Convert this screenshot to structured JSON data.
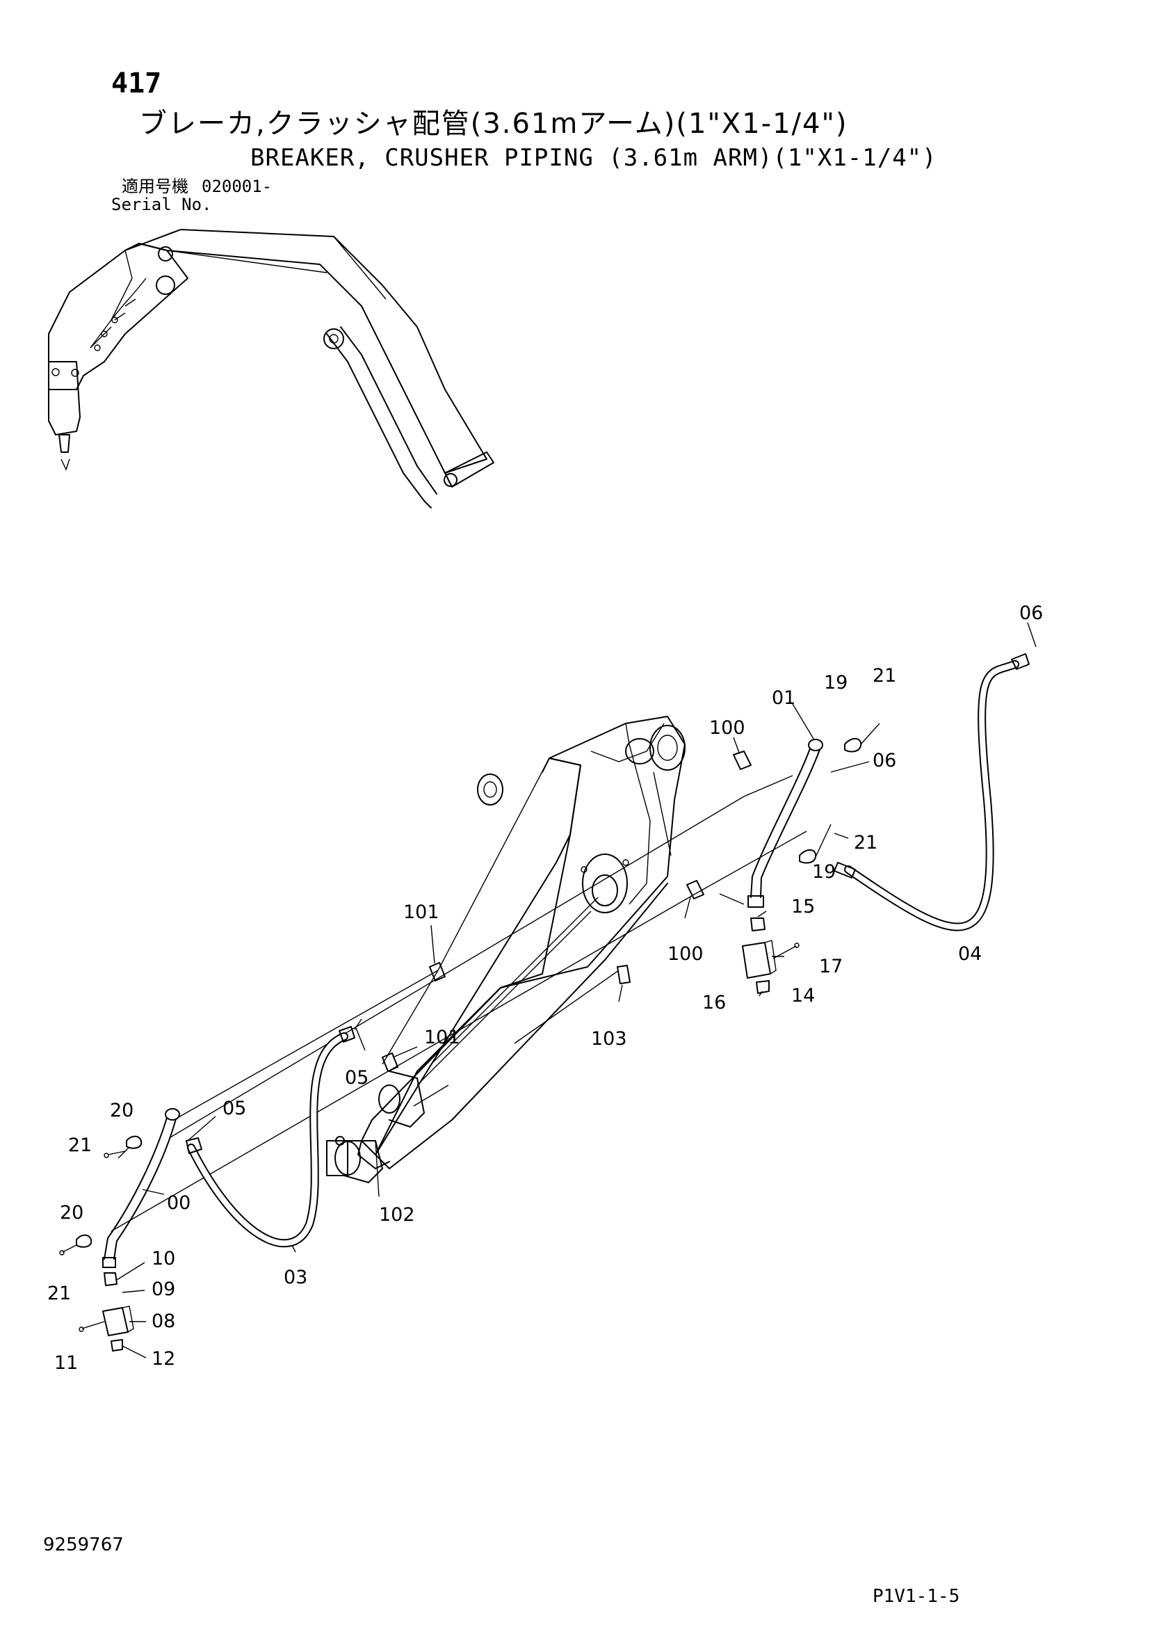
{
  "header": {
    "page_number": "417",
    "title_jp": "ブレーカ,クラッシャ配管(3.61mアーム)(1\"X1-1/4\")",
    "title_en": "BREAKER, CRUSHER PIPING (3.61m ARM)(1\"X1-1/4\")",
    "serial_label_jp": "適用号機",
    "serial_value": "020001-",
    "serial_label_en": "Serial No."
  },
  "footer": {
    "doc_number": "9259767",
    "page_code": "P1V1-1-5"
  },
  "callouts": {
    "c06a": "06",
    "c19a": "19",
    "c21a": "21",
    "c01": "01",
    "c100a": "100",
    "c06b": "06",
    "c21b": "21",
    "c19b": "19",
    "c101a": "101",
    "c15": "15",
    "c100b": "100",
    "c17": "17",
    "c04": "04",
    "c14": "14",
    "c16": "16",
    "c103": "103",
    "c101b": "101",
    "c05a": "05",
    "c20a": "20",
    "c05b": "05",
    "c21c": "21",
    "c00": "00",
    "c102": "102",
    "c20b": "20",
    "c10": "10",
    "c09": "09",
    "c21d": "21",
    "c03": "03",
    "c08": "08",
    "c11": "11",
    "c12": "12"
  }
}
